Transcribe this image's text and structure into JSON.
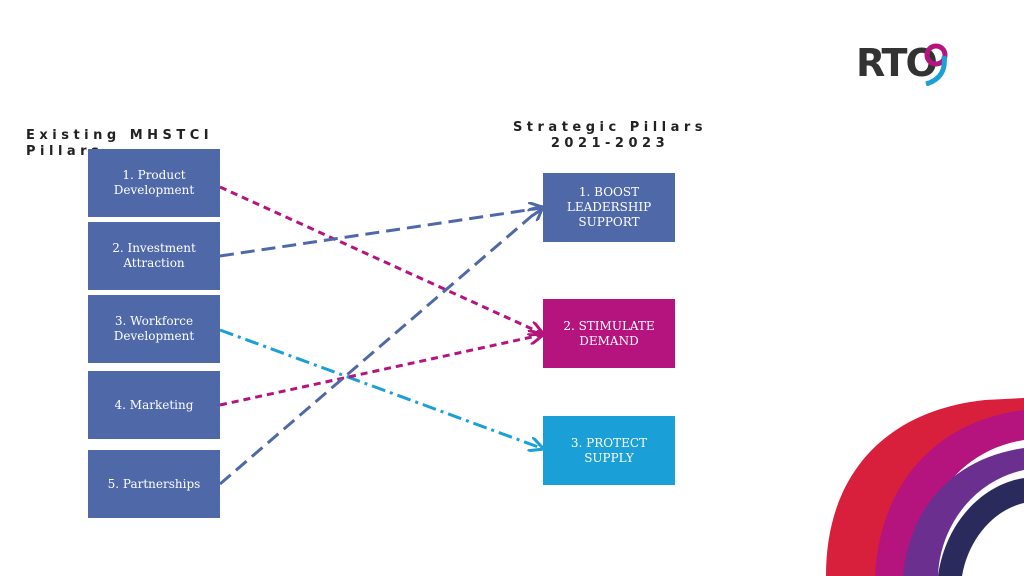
{
  "headings": {
    "left": "Existing MHSTCI Pillars",
    "right_line1": "Strategic Pillars",
    "right_line2": "2021-2023"
  },
  "logo": {
    "text": "RTO",
    "digit": "9"
  },
  "existing_pillars": [
    {
      "label": "1. Product Development"
    },
    {
      "label": "2. Investment Attraction"
    },
    {
      "label": "3. Workforce Development"
    },
    {
      "label": "4. Marketing"
    },
    {
      "label": "5. Partnerships"
    }
  ],
  "strategic_pillars": [
    {
      "label": "1. BOOST LEADERSHIP SUPPORT",
      "color": "#4f68a8"
    },
    {
      "label": "2. STIMULATE DEMAND",
      "color": "#b5147e"
    },
    {
      "label": "3. PROTECT SUPPLY",
      "color": "#1a9fd6"
    }
  ],
  "connections": [
    {
      "from": "1. Product Development",
      "to": "2. STIMULATE DEMAND",
      "style": "dashed",
      "color": "#b5147e"
    },
    {
      "from": "2. Investment Attraction",
      "to": "1. BOOST LEADERSHIP SUPPORT",
      "style": "long-dashed",
      "color": "#4f68a8"
    },
    {
      "from": "3. Workforce Development",
      "to": "3. PROTECT SUPPLY",
      "style": "dash-dot",
      "color": "#1a9fd6"
    },
    {
      "from": "4. Marketing",
      "to": "2. STIMULATE DEMAND",
      "style": "dashed",
      "color": "#b5147e"
    },
    {
      "from": "5. Partnerships",
      "to": "1. BOOST LEADERSHIP SUPPORT",
      "style": "long-dashed",
      "color": "#4f68a8"
    }
  ],
  "colors": {
    "left_box": "#4f68a8",
    "heading_text": "#222222",
    "swoosh_red": "#d81f3c",
    "swoosh_magenta": "#b5147e",
    "swoosh_purple": "#6b2f8f",
    "swoosh_navy": "#2b2a5c"
  }
}
